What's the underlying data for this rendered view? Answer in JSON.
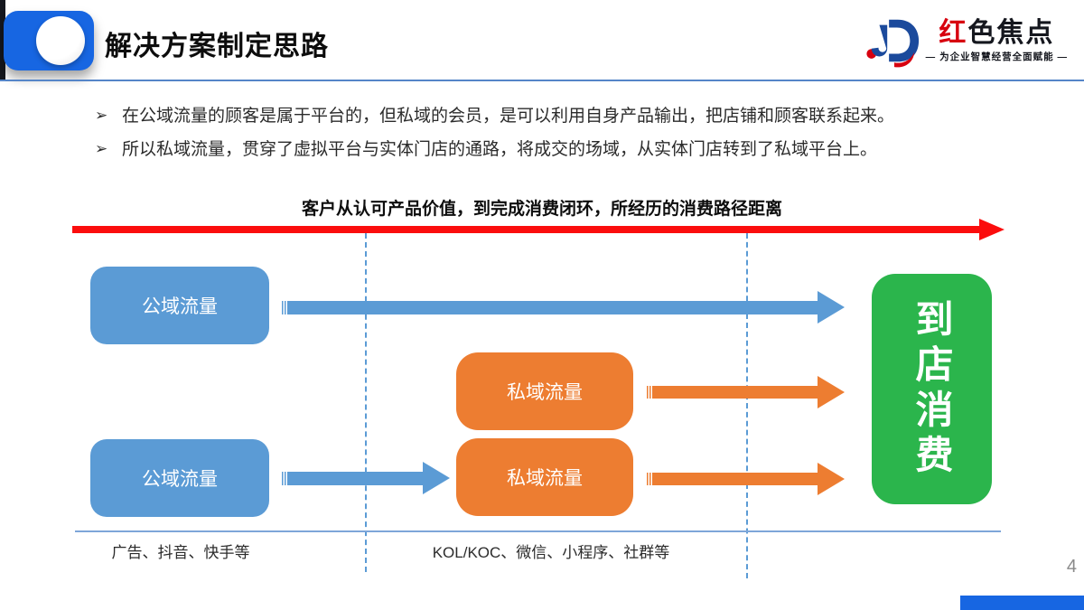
{
  "slide": {
    "header": {
      "title": "解决方案制定思路",
      "logo": {
        "name_red": "红",
        "name_dark": "色焦点",
        "tagline": "— 为企业智慧经营全面赋能 —"
      }
    },
    "bullets": {
      "marker": "➢",
      "items": [
        "在公域流量的顾客是属于平台的，但私域的会员，是可以利用自身产品输出，把店铺和顾客联系起来。",
        "所以私域流量，贯穿了虚拟平台与实体门店的通路，将成交的场域，从实体门店转到了私域平台上。"
      ]
    },
    "diagram": {
      "title": "客户从认可产品价值，到完成消费闭环，所经历的消费路径距离",
      "boxes": {
        "public_top": "公域流量",
        "public_bottom": "公域流量",
        "private_top": "私域流量",
        "private_bottom": "私域流量",
        "destination": "到店消费"
      },
      "footer_labels": {
        "left": "广告、抖音、快手等",
        "middle": "KOL/KOC、微信、小程序、社群等"
      }
    },
    "page_number": "4",
    "colors": {
      "accent": "#1766E2",
      "blue": "#5B9BD5",
      "orange": "#ED7D31",
      "green": "#2BB54C",
      "red": "#FB0D0D"
    }
  }
}
